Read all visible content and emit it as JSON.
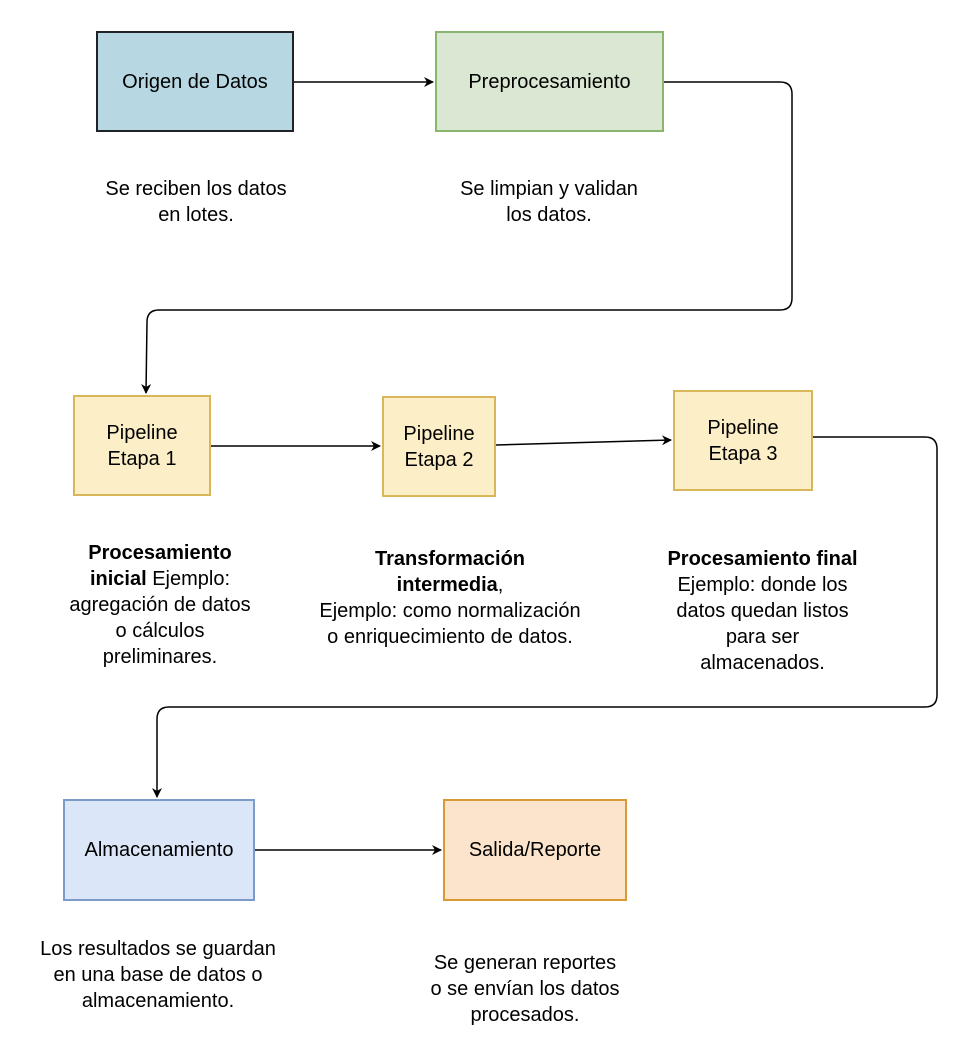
{
  "colors": {
    "origen": {
      "fill": "#b7d8e3",
      "border": "#1f2326"
    },
    "preproc": {
      "fill": "#dae8d3",
      "border": "#89b56c"
    },
    "pipeline": {
      "fill": "#fcefc8",
      "border": "#d8b75a"
    },
    "almacen": {
      "fill": "#dbe7f9",
      "border": "#7d9bc9"
    },
    "salida": {
      "fill": "#fbe4cb",
      "border": "#d99a35"
    },
    "connector": "#000000"
  },
  "nodes": {
    "origen": {
      "lines": [
        "Origen de Datos"
      ]
    },
    "preproc": {
      "lines": [
        "Preprocesamiento"
      ]
    },
    "etapa1": {
      "lines": [
        "Pipeline",
        "Etapa 1"
      ]
    },
    "etapa2": {
      "lines": [
        "Pipeline",
        "Etapa 2"
      ]
    },
    "etapa3": {
      "lines": [
        "Pipeline",
        "Etapa 3"
      ]
    },
    "almacen": {
      "lines": [
        "Almacenamiento"
      ]
    },
    "salida": {
      "lines": [
        "Salida/Reporte"
      ]
    }
  },
  "captions": {
    "origen": {
      "lines": [
        "Se reciben los datos",
        "en lotes."
      ]
    },
    "preproc": {
      "lines": [
        "Se limpian y validan",
        "los datos."
      ]
    },
    "etapa1": {
      "line1_bold": "Procesamiento",
      "line2_bold": "inicial",
      "line2_rest": " Ejemplo:",
      "line3": "agregación de datos",
      "line4": "o cálculos",
      "line5": "preliminares."
    },
    "etapa2": {
      "line1_bold": "Transformación",
      "line2_bold": "intermedia",
      "line2_rest": ",",
      "line3": "Ejemplo: como normalización",
      "line4": "o enriquecimiento de datos."
    },
    "etapa3": {
      "line1_bold": "Procesamiento final",
      "line2": "Ejemplo: donde los",
      "line3": "datos quedan listos",
      "line4": "para ser",
      "line5": "almacenados."
    },
    "almacen": {
      "lines": [
        "Los resultados se guardan",
        "en una base de datos o",
        "almacenamiento."
      ]
    },
    "salida": {
      "lines": [
        "Se generan reportes",
        "o se envían los datos",
        "procesados."
      ]
    }
  }
}
